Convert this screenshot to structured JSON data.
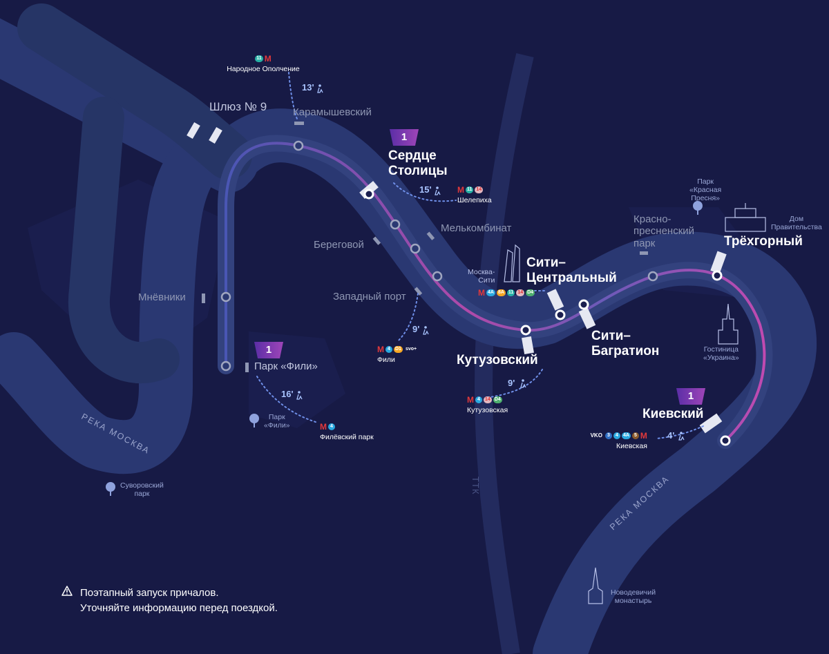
{
  "colors": {
    "background": "#171a45",
    "river": "#263566",
    "route_gradient_start": "#4a56b4",
    "route_gradient_mid": "#b04aa9",
    "accent_white": "#ffffff",
    "metro_red": "#e2393b"
  },
  "route": {
    "number": "1",
    "badges": [
      "1",
      "1",
      "1"
    ]
  },
  "stations_main": {
    "serdce": "Сердце\nСтолицы",
    "city_central": "Сити–\nЦентральный",
    "city_bagration": "Сити–\nБагратион",
    "kutuzovsky": "Кутузовский",
    "trekhgorny": "Трёхгорный",
    "kievsky": "Киевский",
    "park_fili": "Парк «Фили»"
  },
  "stations_minor": {
    "karamyshevsky": "Карамышевский",
    "mnevniki": "Мнёвники",
    "beregovoy": "Береговой",
    "melkombinat": "Мелькомбинат",
    "zapadny_port": "Западный порт",
    "krasnopresnensky": "Красно-\nпресненский\nпарк",
    "shluz": "Шлюз № 9"
  },
  "transfers": {
    "narodnoe": {
      "name": "Народное Ополчение",
      "walk": "13'",
      "lines": [
        "11",
        "М"
      ]
    },
    "shelepikha": {
      "name": "Шелепиха",
      "walk": "15'",
      "lines": [
        "М",
        "11",
        "14"
      ]
    },
    "fili": {
      "name": "Фили",
      "walk": "9'",
      "lines": [
        "М",
        "4",
        "D1",
        "svo+"
      ]
    },
    "filevsky": {
      "name": "Филёвский парк",
      "walk": "16'",
      "lines": [
        "М",
        "4"
      ]
    },
    "kutuzovskaya": {
      "name": "Кутузовская",
      "walk": "9'",
      "lines": [
        "М",
        "4",
        "14",
        "D4"
      ]
    },
    "kievskaya": {
      "name": "Киевская",
      "walk": "4'",
      "lines": [
        "VKO",
        "3",
        "4",
        "4A",
        "5",
        "М"
      ]
    },
    "moscow_city": {
      "name": "Москва-\nСити",
      "lines": [
        "М",
        "4A",
        "8A",
        "11",
        "14",
        "D4"
      ]
    }
  },
  "landmarks": {
    "park_krasnaya": "Парк\n«Красная\nПресня»",
    "dom_pravitelstva": "Дом\nПравительства",
    "gostinitsa": "Гостиница\n«Украина»",
    "park_fili": "Парк\n«Фили»",
    "suvorovsky": "Суворовский\nпарк",
    "novodevichy": "Новодевичий\nмонастырь"
  },
  "rivers": {
    "river_left": "РЕКА МОСКВА",
    "river_right": "РЕКА МОСКВА",
    "ttk": "ТТК"
  },
  "notice": {
    "line1": "Поэтапный запуск причалов.",
    "line2": "Уточняйте информацию перед поездкой."
  },
  "icons": {
    "walk": "walking-person-icon",
    "warning": "warning-triangle-icon",
    "tree": "tree-icon",
    "metro": "metro-m-icon"
  }
}
